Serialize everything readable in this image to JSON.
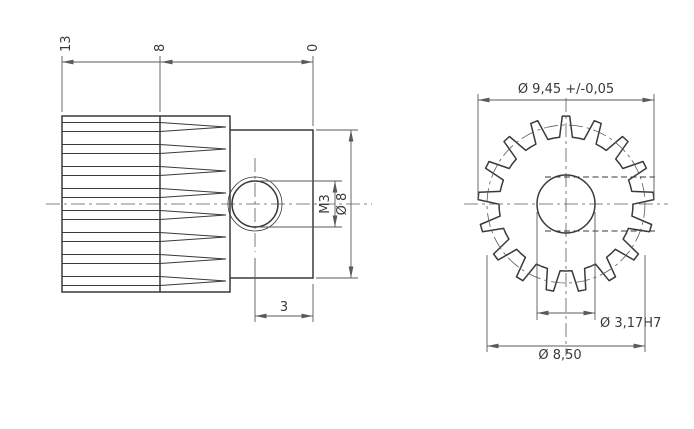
{
  "side_view": {
    "ordinate_13": "13",
    "ordinate_8": "8",
    "ordinate_0": "0",
    "thread_label": "M3",
    "hub_diameter_label": "Ø 8",
    "hole_position_label": "3"
  },
  "front_view": {
    "outer_diameter_label": "Ø 9,45 +/-0,05",
    "bore_label": "Ø 3,17H7",
    "pitch_diameter_label": "Ø 8,50"
  },
  "colors": {
    "outline": "#3a3a3c",
    "dimension": "#5a5a5c",
    "background": "#ffffff"
  }
}
